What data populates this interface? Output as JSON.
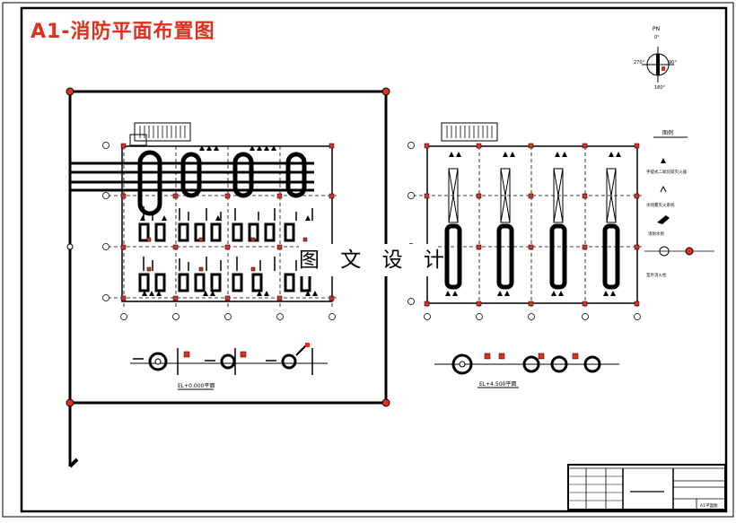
{
  "title": "A1-消防平面布置图",
  "watermark": "图 文 设 计",
  "north": {
    "label": "PN",
    "deg0": "0°",
    "deg90": "90°",
    "deg180": "180°",
    "deg270": "270°"
  },
  "legend": {
    "heading": "图例",
    "items": [
      "手提式二氧化碳灭火器",
      "水喷雾灭火系统",
      "消防水炮",
      "室外消火栓"
    ]
  },
  "plans": {
    "left_caption": "EL+0.000平面",
    "right_caption": "EL+4.500平面"
  },
  "title_block": {
    "drawing_label": "A1平面图"
  },
  "colors": {
    "accent": "#e0301e",
    "line": "#000000"
  }
}
